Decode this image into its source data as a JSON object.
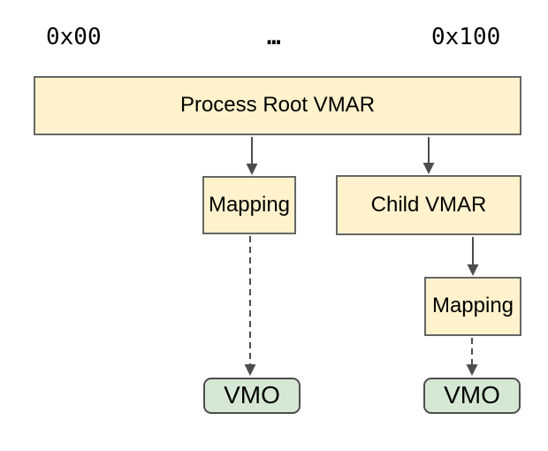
{
  "diagram": {
    "address_labels": {
      "start": "0x00",
      "ellipsis": "…",
      "end": "0x100"
    },
    "nodes": {
      "root_vmar": {
        "label": "Process Root VMAR"
      },
      "mapping_left": {
        "label": "Mapping"
      },
      "child_vmar": {
        "label": "Child VMAR"
      },
      "mapping_right": {
        "label": "Mapping"
      },
      "vmo_left": {
        "label": "VMO"
      },
      "vmo_right": {
        "label": "VMO"
      }
    },
    "edges": [
      {
        "from": "root_vmar",
        "to": "mapping_left",
        "style": "solid"
      },
      {
        "from": "root_vmar",
        "to": "child_vmar",
        "style": "solid"
      },
      {
        "from": "child_vmar",
        "to": "mapping_right",
        "style": "solid"
      },
      {
        "from": "mapping_left",
        "to": "vmo_left",
        "style": "dashed"
      },
      {
        "from": "mapping_right",
        "to": "vmo_right",
        "style": "dashed"
      }
    ],
    "colors": {
      "vmar_fill": "#FFF2CC",
      "vmar_border": "#666666",
      "vmo_fill": "#D5E8D4",
      "vmo_border": "#4D4D4D",
      "arrow": "#4D4D4D",
      "text": "#000000",
      "background": "#FFFFFF"
    }
  }
}
